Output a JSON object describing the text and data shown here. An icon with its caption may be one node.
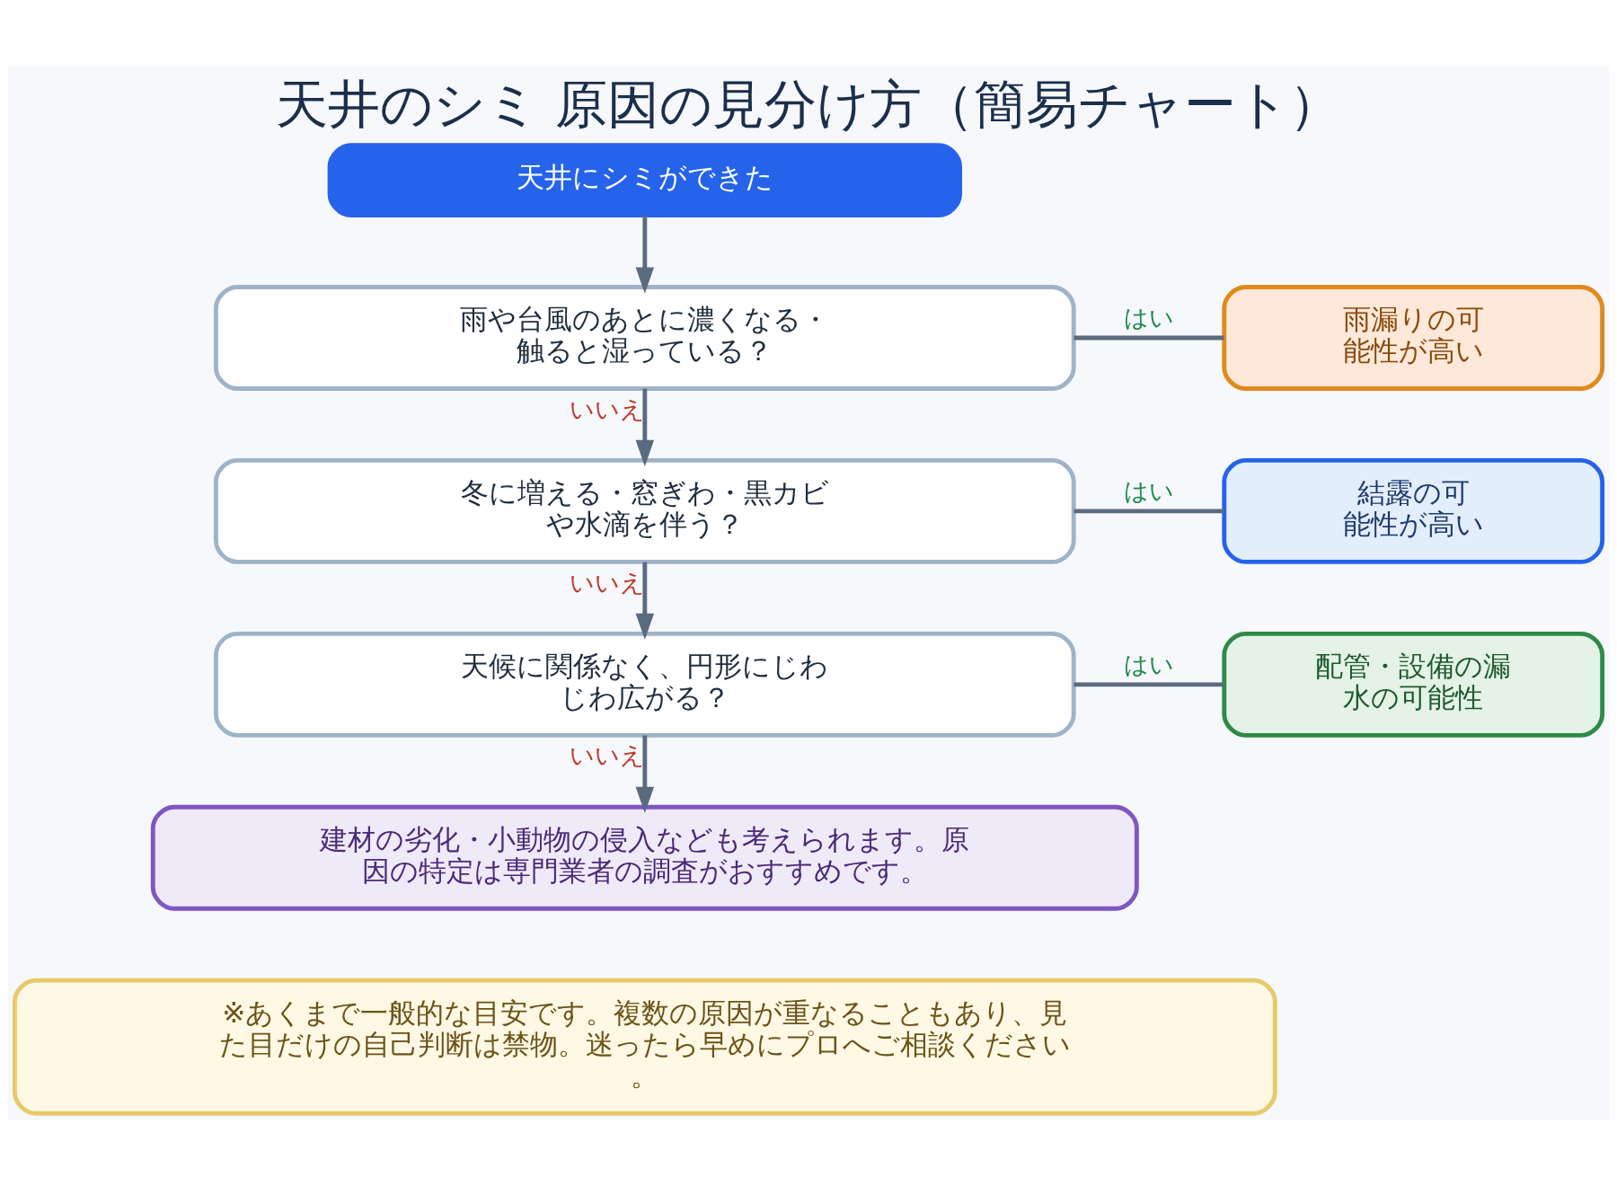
{
  "diagram": {
    "title": "天井のシミ 原因の見分け方（簡易チャート）",
    "nodes": [
      {
        "text": [
          "天井にシミができた"
        ]
      },
      {
        "text": [
          "雨や台風のあとに濃くなる・触ると湿っている？"
        ]
      },
      {
        "text": [
          "雨漏りの可能性が高い"
        ]
      },
      {
        "text": [
          "冬に増える・窓ぎわ・黒カビや水滴を伴う？"
        ]
      },
      {
        "text": [
          "結露の可能性が高い"
        ]
      },
      {
        "text": [
          "天候に関係なく、円形にじわじわ広がる？"
        ]
      },
      {
        "text": [
          "配管・設備の漏水の可能性"
        ]
      },
      {
        "text": [
          "建材の劣化・小動物の侵入なども考えられます。原因の特定は専門業者の調査がおすすめです。"
        ]
      },
      {
        "text": [
          "※あくまで一般的な目安です。複数の原因が重なることもあり、見た目だけの自己判断は禁物。迷ったら早めにプロへご相談ください。"
        ]
      }
    ],
    "edges": [
      {
        "from": 0,
        "to": 1,
        "arrow": "to"
      },
      {
        "from": 1,
        "to": 2,
        "arrow": "none",
        "label": "はい"
      },
      {
        "from": 1,
        "to": 3,
        "arrow": "to",
        "label": "いいえ"
      },
      {
        "from": 3,
        "to": 4,
        "arrow": "none",
        "label": "はい"
      },
      {
        "from": 3,
        "to": 5,
        "arrow": "to",
        "label": "いいえ"
      },
      {
        "from": 5,
        "to": 6,
        "arrow": "none",
        "label": "はい"
      },
      {
        "from": 5,
        "to": 7,
        "arrow": "to",
        "label": "いいえ"
      }
    ]
  }
}
